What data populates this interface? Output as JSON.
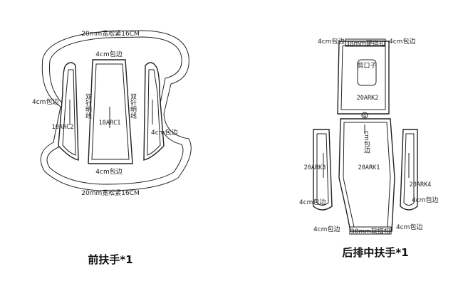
{
  "front": {
    "caption": "前扶手*1",
    "top_label": "20mm宽松紧16CM",
    "bottom_label": "20mm宽松紧16CM",
    "center_top": "4cm包边",
    "center_bottom": "4cm包边",
    "center_part": "10ARC1",
    "left_part": "10ARC2",
    "left_edge": "4cm包边",
    "right_edge": "4cm包边",
    "stitch_left": "双针明线",
    "stitch_right": "双针明线"
  },
  "rear": {
    "caption": "后排中扶手*1",
    "top_left": "4cm包边",
    "top_center": "38mm硬搭扣",
    "top_right": "4cm包边",
    "cut_label": "剪口子",
    "upper_part": "20ARK2",
    "middle_num": "4",
    "middle_text": "cm包边",
    "main_part": "20ARK1",
    "left_part": "20ARK3",
    "right_part": "20ARK4",
    "left_edge": "4cm包边",
    "right_edge": "4cm包边",
    "bottom_left": "4cm包边",
    "bottom_center": "38mm软搭扣",
    "bottom_right": "4cm包边"
  }
}
